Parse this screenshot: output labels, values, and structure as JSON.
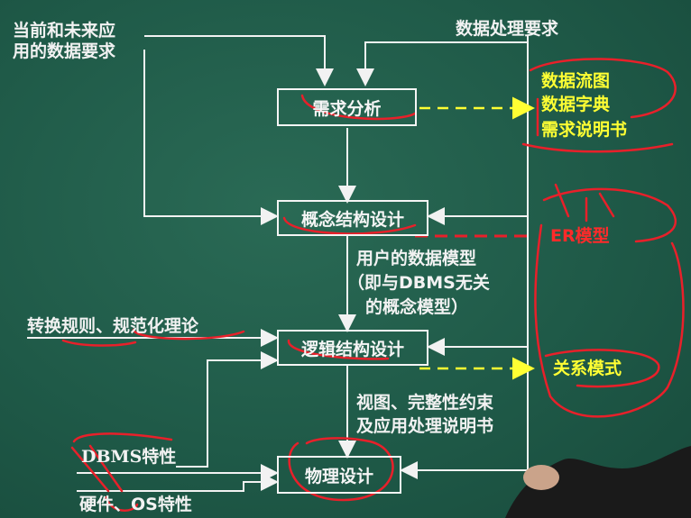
{
  "inputs": {
    "current_future_line1": "当前和未来应",
    "current_future_line2": "用的数据要求",
    "data_processing": "数据处理要求",
    "conversion_rules": "转换规则、规范化理论",
    "dbms_features": "DBMS特性",
    "hardware_os": "硬件、OS特性"
  },
  "stages": {
    "requirements": "需求分析",
    "conceptual": "概念结构设计",
    "logical": "逻辑结构设计",
    "physical": "物理设计"
  },
  "intermediate": {
    "user_model_line1": "用户的数据模型",
    "user_model_line2": "（即与DBMS无关",
    "user_model_line3": "的概念模型）",
    "views_line1": "视图、完整性约束",
    "views_line2": "及应用处理说明书"
  },
  "outputs": {
    "dfd": "数据流图",
    "dictionary": "数据字典",
    "spec": "需求说明书",
    "er": "ER模型",
    "relational": "关系模式"
  },
  "colors": {
    "board": "#1f5a48",
    "chalk": "#f2f2f2",
    "highlight": "#ffff33",
    "annotation": "#e8202a"
  }
}
